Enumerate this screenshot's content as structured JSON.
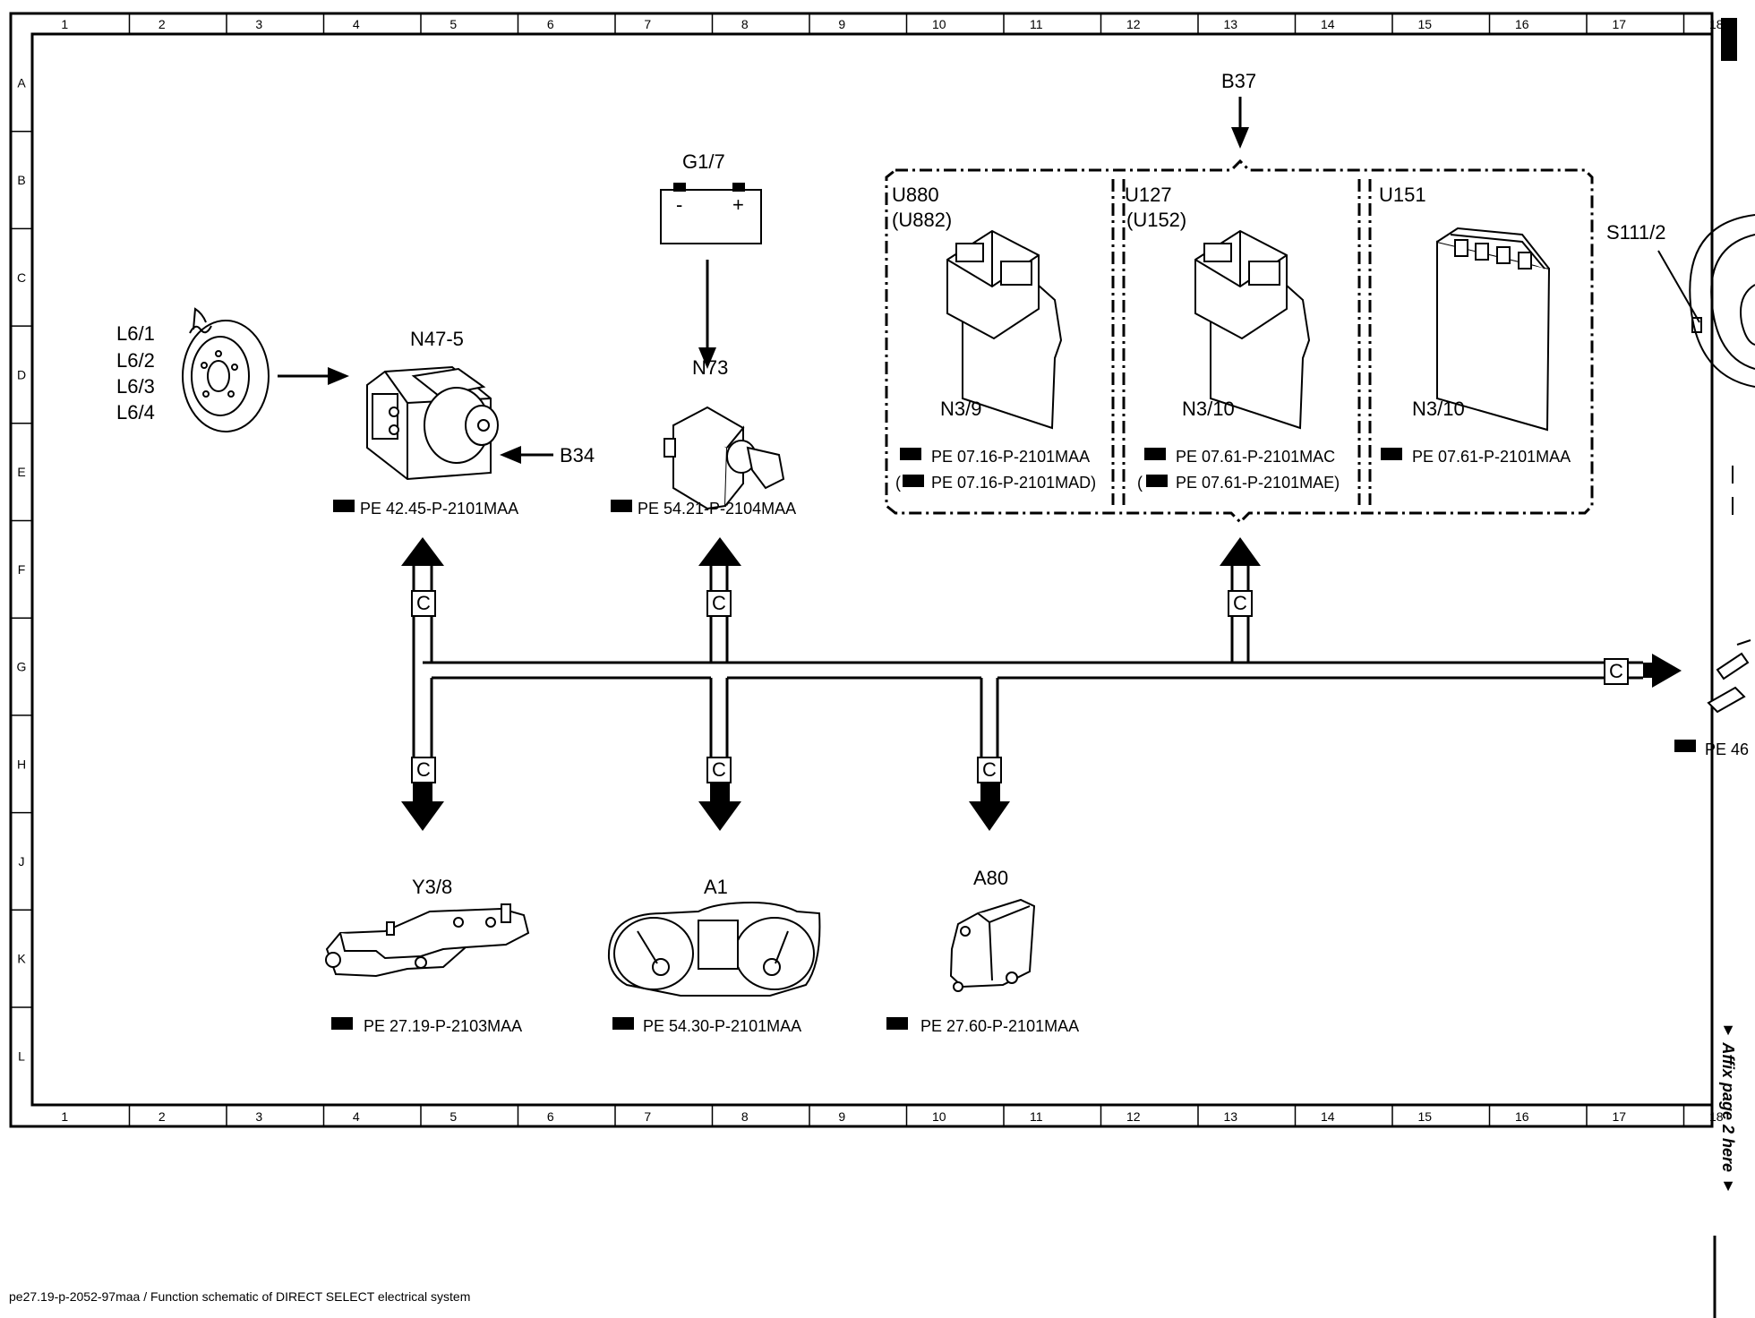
{
  "grid": {
    "columns": [
      "1",
      "2",
      "3",
      "4",
      "5",
      "6",
      "7",
      "8",
      "9",
      "10",
      "11",
      "12",
      "13",
      "14",
      "15",
      "16",
      "17",
      "18"
    ],
    "rows": [
      "A",
      "B",
      "C",
      "D",
      "E",
      "F",
      "G",
      "H",
      "J",
      "K",
      "L"
    ],
    "corner_top": "18",
    "corner_bottom": "18"
  },
  "components": {
    "brake_sensors": [
      "L6/1",
      "L6/2",
      "L6/3",
      "L6/4"
    ],
    "abs_unit": {
      "label": "N47-5",
      "sensor": "B34",
      "ref": "PE 42.45-P-2101MAA"
    },
    "battery": {
      "label": "G1/7",
      "minus": "-",
      "plus": "+"
    },
    "switch": {
      "label": "N73",
      "ref": "PE 54.21-P-2104MAA"
    },
    "can_label": "B37",
    "ecu_1": {
      "label": "U880",
      "alt": "(U882)",
      "unit": "N3/9",
      "ref": "PE 07.16-P-2101MAA",
      "ref_alt": "PE 07.16-P-2101MAD)",
      "ref_alt_open": "("
    },
    "ecu_2": {
      "label": "U127",
      "alt": "(U152)",
      "unit": "N3/10",
      "ref": "PE 07.61-P-2101MAC",
      "ref_alt": "PE 07.61-P-2101MAE)",
      "ref_alt_open": "("
    },
    "ecu_3": {
      "label": "U151",
      "unit": "N3/10",
      "ref": "PE 07.61-P-2101MAA"
    },
    "steering": {
      "label": "S111/2",
      "ref": "PE 46"
    },
    "valve_body": {
      "label": "Y3/8",
      "ref": "PE 27.19-P-2103MAA"
    },
    "cluster": {
      "label": "A1",
      "ref": "PE 54.30-P-2101MAA"
    },
    "selector": {
      "label": "A80",
      "ref": "PE 27.60-P-2101MAA"
    },
    "bus_marker": "C"
  },
  "footer": {
    "caption": "pe27.19-p-2052-97maa / Function schematic of DIRECT SELECT electrical system",
    "affix": "▼ Affix page 2 here ▼"
  },
  "colors": {
    "ink": "#000000",
    "paper": "#ffffff"
  }
}
